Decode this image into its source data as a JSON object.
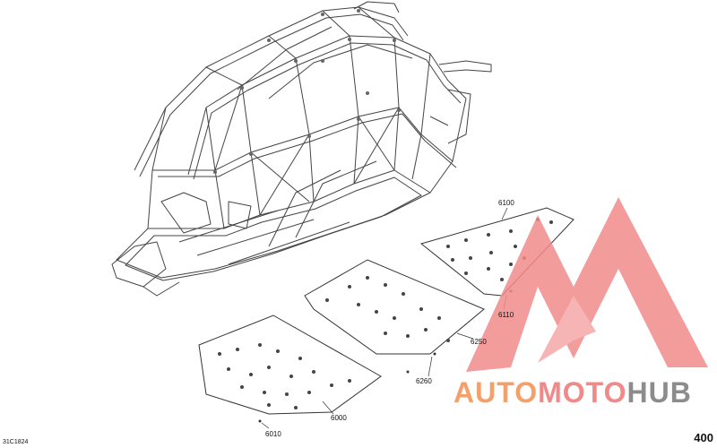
{
  "diagram": {
    "figure_code": "31C1824",
    "page_number": "400",
    "callouts": {
      "c6100": "6100",
      "c6110": "6110",
      "c6250": "6250",
      "c6260": "6260",
      "c6000": "6000",
      "c6010": "6010"
    }
  },
  "watermark": {
    "part1": "AUTO",
    "part2": "MOTO",
    "part3": "HUB",
    "color_orange": "#f4a06b",
    "color_red": "#f08a8a",
    "color_gray": "#8c8c8c"
  }
}
